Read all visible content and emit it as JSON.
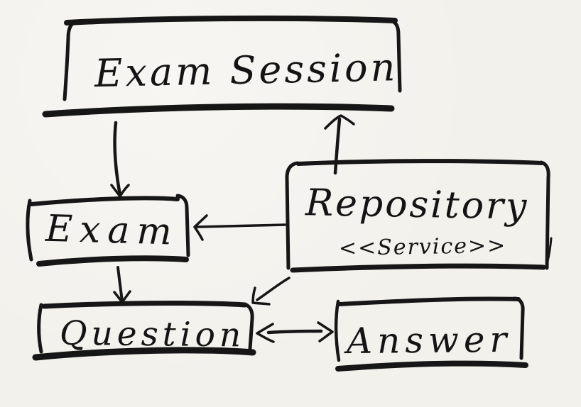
{
  "diagram": {
    "background_color": "#f3f1ec",
    "ink_color": "#161616",
    "nodes": {
      "exam_session": {
        "label": "Exam Session"
      },
      "exam": {
        "label": "Exam"
      },
      "repository": {
        "label": "Repository",
        "stereotype": "<<Service>>"
      },
      "question": {
        "label": "Question"
      },
      "answer": {
        "label": "Answer"
      }
    },
    "edges": [
      {
        "from": "Exam Session",
        "to": "Exam",
        "style": "arrow"
      },
      {
        "from": "Repository",
        "to": "Exam Session",
        "style": "arrow"
      },
      {
        "from": "Repository",
        "to": "Exam",
        "style": "arrow"
      },
      {
        "from": "Repository",
        "to": "Question",
        "style": "arrow"
      },
      {
        "from": "Exam",
        "to": "Question",
        "style": "arrow"
      },
      {
        "from": "Question",
        "to": "Answer",
        "style": "double-arrow"
      }
    ]
  }
}
